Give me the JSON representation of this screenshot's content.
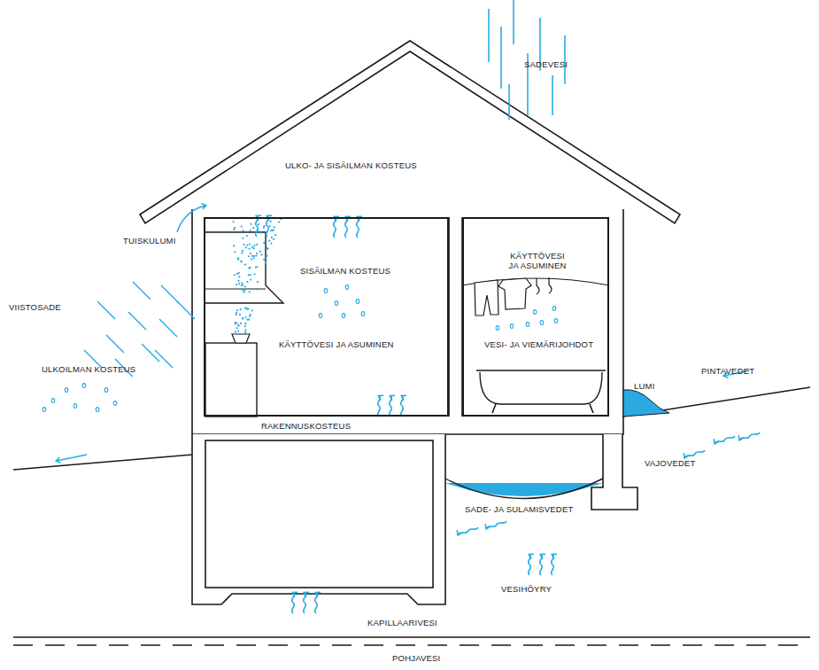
{
  "diagram": {
    "nodes": [
      {
        "text": [
          "SISÄILMAN KOSTEUS",
          "KÄYTTÖVESI JA ASUMINEN"
        ]
      },
      {
        "text": [
          "KÄYTTÖVESI JA ASUMINEN",
          "VESI- JA VIEMÄRIJOHDOT"
        ]
      }
    ],
    "labels": [
      "SADEVESI",
      "ULKO- JA SISÄILMAN KOSTEUS",
      "TUISKULUMI",
      "VIISTOSADE",
      "ULKOILMAN KOSTEUS",
      "RAKENNUSKOSTEUS",
      "LUMI",
      "PINTAVEDET",
      "VAJOVEDET",
      "SADE- JA SULAMISVEDET",
      "VESIHÖYRY",
      "KAPILLAARIVESI",
      "POHJAVESI"
    ]
  }
}
